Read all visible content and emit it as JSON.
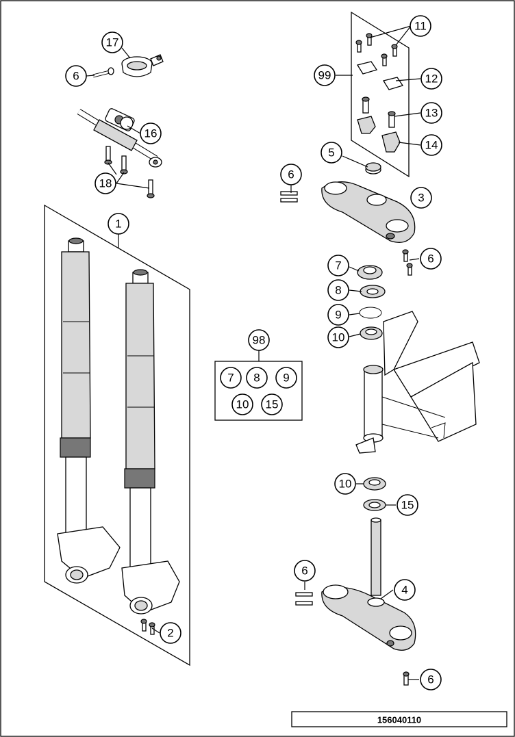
{
  "drawing_number": "156040110",
  "callouts": [
    {
      "id": "c17",
      "label": "17"
    },
    {
      "id": "c6a",
      "label": "6"
    },
    {
      "id": "c16",
      "label": "16"
    },
    {
      "id": "c18",
      "label": "18"
    },
    {
      "id": "c1",
      "label": "1"
    },
    {
      "id": "c2",
      "label": "2"
    },
    {
      "id": "c11",
      "label": "11"
    },
    {
      "id": "c99",
      "label": "99"
    },
    {
      "id": "c12",
      "label": "12"
    },
    {
      "id": "c13",
      "label": "13"
    },
    {
      "id": "c14",
      "label": "14"
    },
    {
      "id": "c5",
      "label": "5"
    },
    {
      "id": "c6b",
      "label": "6"
    },
    {
      "id": "c3",
      "label": "3"
    },
    {
      "id": "c6c",
      "label": "6"
    },
    {
      "id": "c7",
      "label": "7"
    },
    {
      "id": "c8",
      "label": "8"
    },
    {
      "id": "c9",
      "label": "9"
    },
    {
      "id": "c10a",
      "label": "10"
    },
    {
      "id": "c98",
      "label": "98"
    },
    {
      "id": "c10b",
      "label": "10"
    },
    {
      "id": "c15",
      "label": "15"
    },
    {
      "id": "c6d",
      "label": "6"
    },
    {
      "id": "c4",
      "label": "4"
    },
    {
      "id": "c6e",
      "label": "6"
    }
  ],
  "kit_98_contents": [
    "7",
    "8",
    "9",
    "10",
    "15"
  ]
}
